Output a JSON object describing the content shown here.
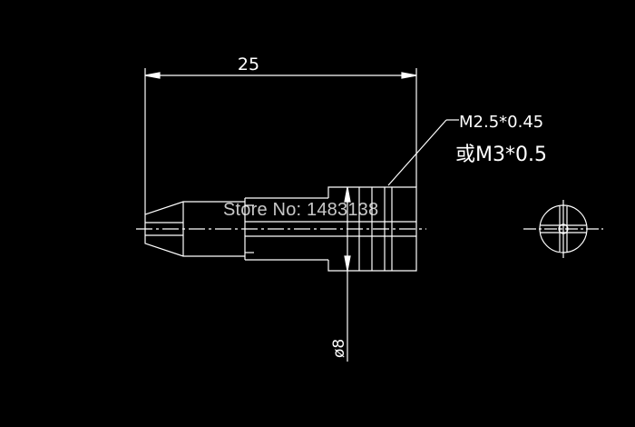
{
  "drawing": {
    "length_dimension": "25",
    "thread_spec_primary": "M2.5*0.45",
    "thread_spec_alternate": "或M3*0.5",
    "diameter_dimension": "ø8"
  },
  "watermark": {
    "text": "Store No: 1483138"
  },
  "colors": {
    "background": "#000000",
    "line": "#ffffff"
  }
}
